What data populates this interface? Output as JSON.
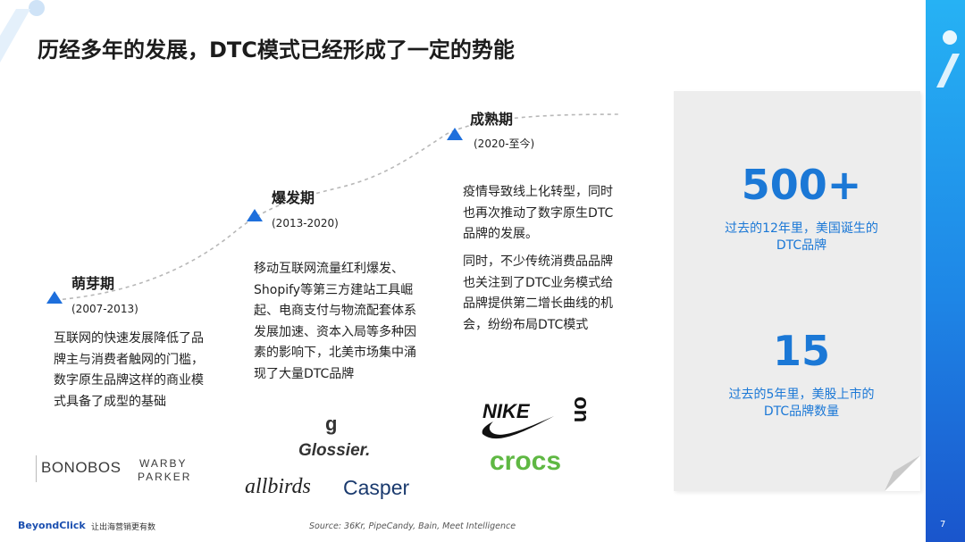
{
  "title": "历经多年的发展，DTC模式已经形成了一定的势能",
  "stages": [
    {
      "name": "萌芽期",
      "years": "(2007-2013)",
      "description": "互联网的快速发展降低了品牌主与消费者触网的门槛，数字原生品牌这样的商业模式具备了成型的基础",
      "logos": [
        "BONOBOS",
        "WARBY",
        "PARKER"
      ]
    },
    {
      "name": "爆发期",
      "years": "(2013-2020)",
      "description": "移动互联网流量红利爆发、Shopify等第三方建站工具崛起、电商支付与物流配套体系发展加速、资本入局等多种因素的影响下，北美市场集中涌现了大量DTC品牌",
      "logos": [
        "g",
        "Glossier.",
        "allbirds",
        "Casper"
      ]
    },
    {
      "name": "成熟期",
      "years": "(2020-至今)",
      "description_1": "疫情导致线上化转型，同时也再次推动了数字原生DTC品牌的发展。",
      "description_2": "同时，不少传统消费品品牌也关注到了DTC业务模式给品牌提供第二增长曲线的机会，纷纷布局DTC模式",
      "logos": [
        "NIKE",
        "on",
        "crocs"
      ]
    }
  ],
  "stats": [
    {
      "value": "500+",
      "caption_1": "过去的12年里，美国诞生的",
      "caption_2": "DTC品牌"
    },
    {
      "value": "15",
      "caption_1": "过去的5年里，美股上市的",
      "caption_2": "DTC品牌数量"
    }
  ],
  "footer": {
    "brand": "BeyondClick",
    "slogan": "让出海营销更有数",
    "source": "Source: 36Kr, PipeCandy, Bain, Meet Intelligence",
    "page": "7"
  },
  "colors": {
    "accent": "#1b78d6",
    "marker": "#1e6fdc",
    "panel": "#ededed",
    "sidebar": "#1ba3f0"
  }
}
